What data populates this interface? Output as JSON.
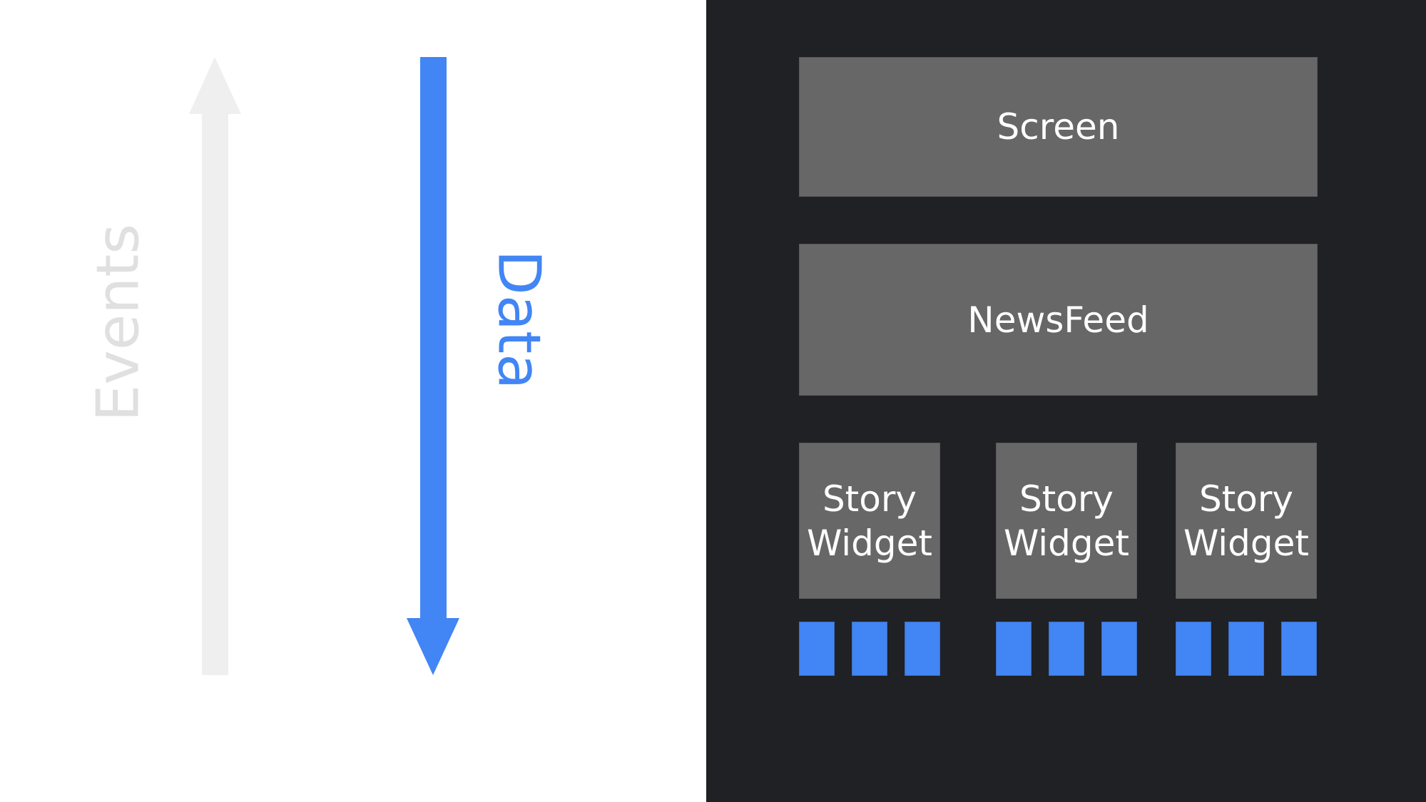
{
  "left": {
    "events_label": "Events",
    "data_label": "Data",
    "colors": {
      "events": "#efefef",
      "events_text": "#e0e0e0",
      "data": "#4285f4"
    }
  },
  "tree": {
    "screen_label": "Screen",
    "newsfeed_label": "NewsFeed",
    "widgets": [
      {
        "label": "Story\nWidget"
      },
      {
        "label": "Story\nWidget"
      },
      {
        "label": "Story\nWidget"
      }
    ],
    "colors": {
      "background": "#202124",
      "box": "#676767",
      "leaf": "#4285f4"
    }
  }
}
